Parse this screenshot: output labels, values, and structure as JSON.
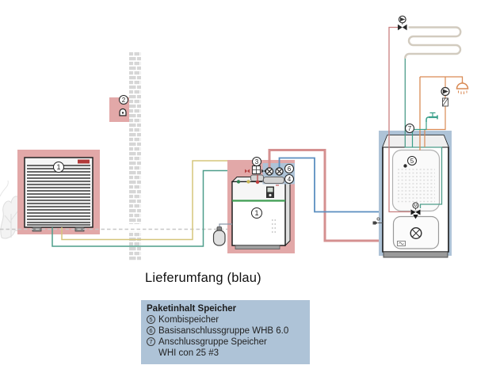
{
  "title": "Lieferumfang (blau)",
  "legend": {
    "heading": "Paketinhalt Speicher",
    "items": [
      {
        "num": "5",
        "label": "Kombispeicher"
      },
      {
        "num": "6",
        "label": "Basisanschlussgruppe WHB 6.0"
      },
      {
        "num": "7",
        "label": "Anschlussgruppe Speicher",
        "label2": "WHI con 25 #3"
      }
    ]
  },
  "callouts": {
    "heat_pump": "1",
    "outdoor_sensor": "2",
    "fitting_group": "3",
    "connection_box": "4",
    "indoor_unit": "1",
    "combi_tank": "5",
    "basis_group": "6",
    "tank_group": "7"
  },
  "colors": {
    "panel_pink": "#e2a8a8",
    "panel_blue": "#aec3d7",
    "pipe_flow_warm": "#d59090",
    "pipe_return_blue": "#5b8fc0",
    "pipe_source_flow_yellow": "#d6c67c",
    "pipe_source_return_teal": "#4d9d8a",
    "pipe_dhw_orange": "#d98a54",
    "pipe_cold_teal": "#3aa08a",
    "electric_cable_gray": "#c7c7c7"
  }
}
